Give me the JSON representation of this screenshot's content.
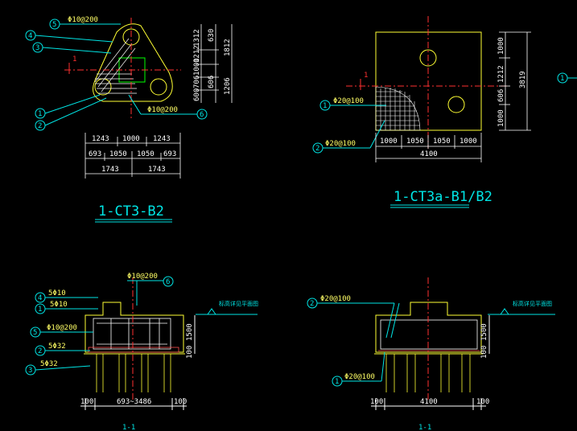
{
  "drawing": {
    "plan1": {
      "title": "1-CT3-B2",
      "rebar_top": "Φ10@200",
      "rebar_bottom": "Φ10@200",
      "section_mark": "1",
      "callouts": [
        "5",
        "4",
        "3",
        "1",
        "2",
        "6"
      ],
      "dims_row1": [
        "1243",
        "1000",
        "1243"
      ],
      "dims_row2": [
        "693",
        "1050",
        "1050",
        "693"
      ],
      "dims_row3": [
        "1743",
        "1743"
      ],
      "dims_right_a": [
        "1312",
        "1212",
        "1000",
        "706",
        "600"
      ],
      "dims_right_b": [
        "630",
        "606",
        "1206"
      ],
      "dims_right_total": "1812"
    },
    "plan2": {
      "title": "1-CT3a-B1/B2",
      "rebar1": "Φ20@100",
      "rebar2": "Φ20@100",
      "section_mark": "1",
      "callouts": [
        "1",
        "2"
      ],
      "dims_bottom": [
        "1000",
        "1050",
        "1050",
        "1000"
      ],
      "dims_total": "4100",
      "dims_right": [
        "1000",
        "1212",
        "606",
        "1000"
      ],
      "dims_right_total": "3819",
      "edge_callout": "1"
    },
    "section1": {
      "rebar_top": "Φ10@200",
      "callouts": [
        "4",
        "1",
        "5",
        "2",
        "3",
        "6"
      ],
      "bar_labels": [
        "5Φ10",
        "5Φ10",
        "Φ10@200",
        "5Φ32",
        "5Φ32"
      ],
      "elev_note": "标高详见平面图",
      "dim_height": "1500",
      "dim_small": "100",
      "dim_bottom_left": "100",
      "dim_bottom_mid": "693~3486",
      "dim_bottom_right": "100",
      "caption": "1-1"
    },
    "section2": {
      "rebar_top": "Φ20@100",
      "rebar_bottom": "Φ20@100",
      "callouts": [
        "2",
        "1"
      ],
      "elev_note": "标高详见平面图",
      "dim_height": "1500",
      "dim_small": "100",
      "dim_bottom_left": "100",
      "dim_bottom_mid": "4100",
      "dim_bottom_right": "100",
      "caption": "1-1"
    }
  }
}
